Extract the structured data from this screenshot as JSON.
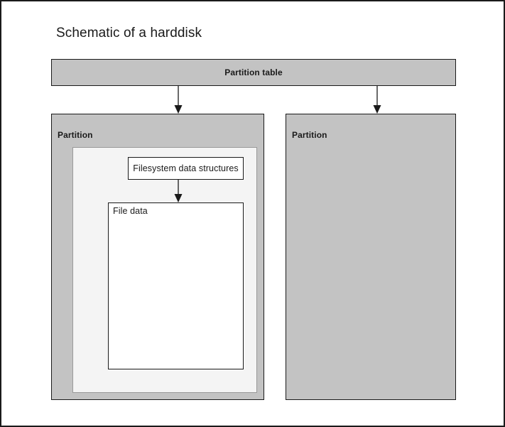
{
  "diagram": {
    "title": "Schematic of a harddisk",
    "colors": {
      "background": "#ffffff",
      "border": "#1a1a1a",
      "partition_fill": "#c3c3c3",
      "filesystem_container_fill": "#f4f4f4",
      "inner_box_fill": "#ffffff"
    },
    "partition_table": {
      "label": "Partition table"
    },
    "partitions": [
      {
        "label": "Partition",
        "filesystem_structures": {
          "label": "Filesystem data structures"
        },
        "file_data": {
          "label": "File data"
        }
      },
      {
        "label": "Partition"
      }
    ],
    "connectors": [
      {
        "name": "partition-table-to-partition-1",
        "from": "Partition table",
        "to": "Partition"
      },
      {
        "name": "partition-table-to-partition-2",
        "from": "Partition table",
        "to": "Partition"
      },
      {
        "name": "filesystem-to-file-data",
        "from": "Filesystem data structures",
        "to": "File data"
      }
    ]
  }
}
